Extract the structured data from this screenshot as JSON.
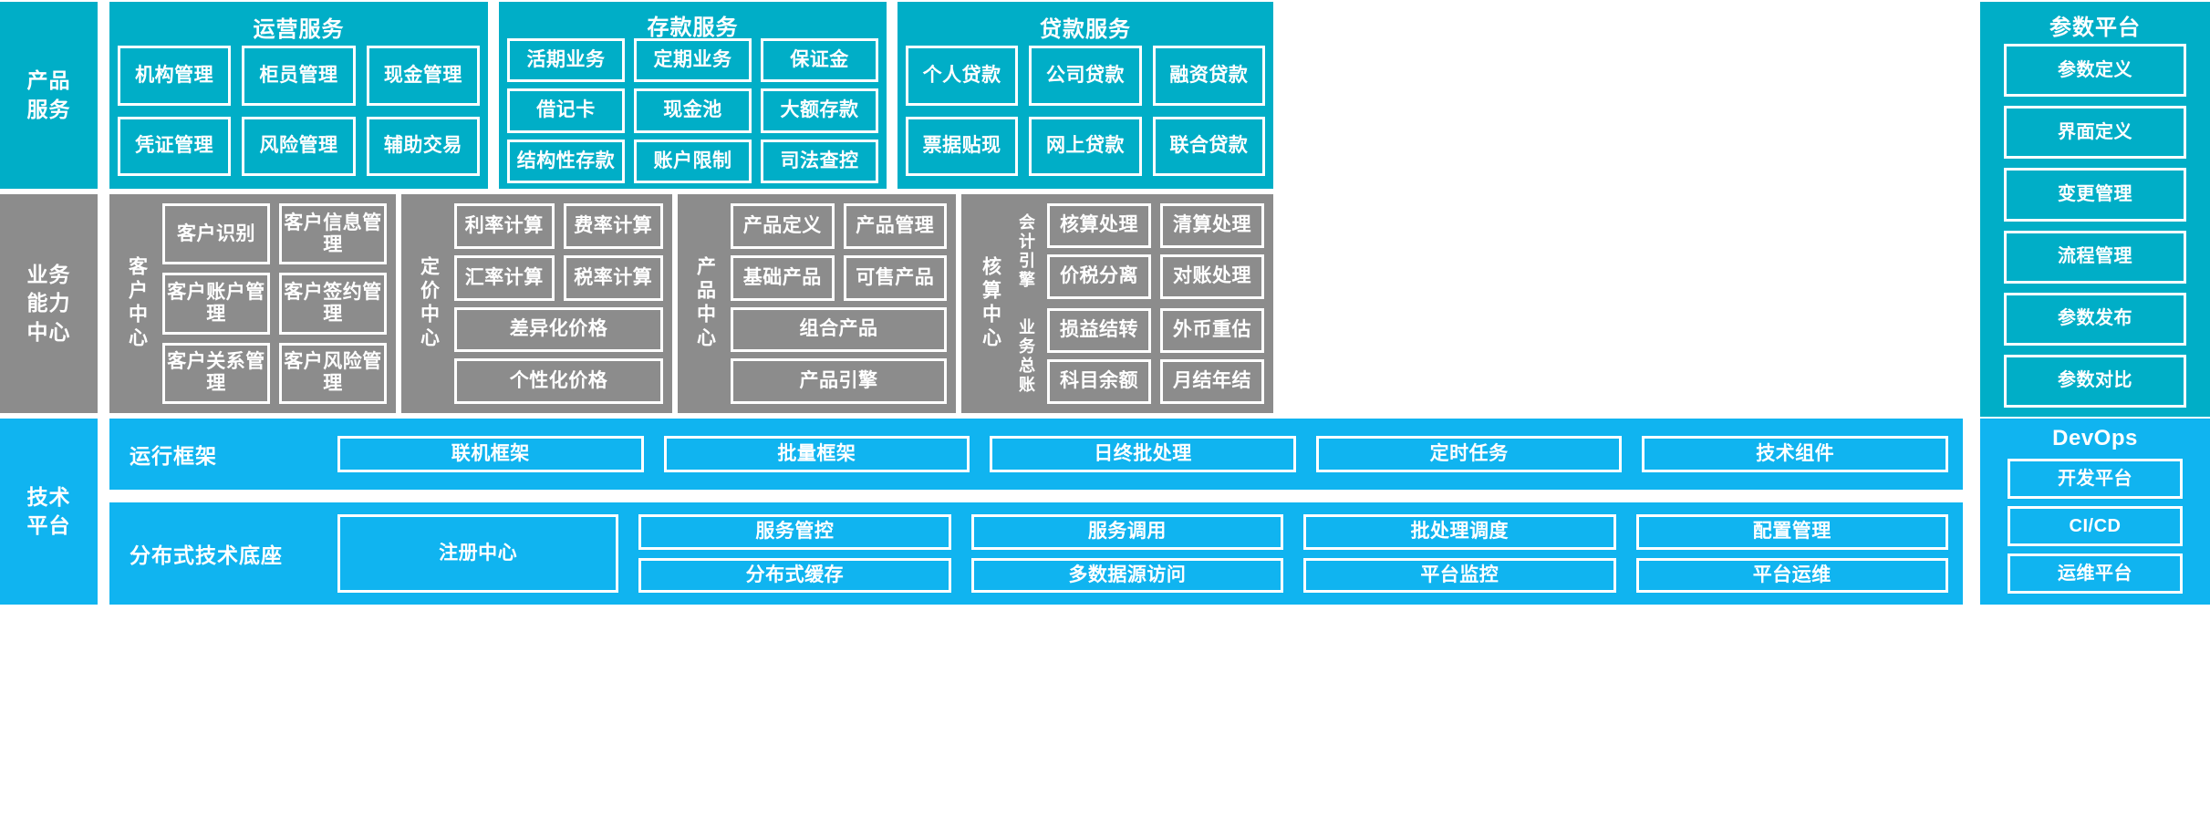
{
  "colors": {
    "product_teal": "#00AEC7",
    "capability_gray": "#8C8C8C",
    "tech_blue": "#10B4F0",
    "tile_border": "#FFFFFF",
    "page_background": "#FFFFFF"
  },
  "rows": {
    "product_services": {
      "label": "产品\n服务",
      "label_lines": [
        "产品",
        "服务"
      ],
      "groups": [
        {
          "title": "运营服务",
          "tiles": [
            "机构管理",
            "柜员管理",
            "现金管理",
            "凭证管理",
            "风险管理",
            "辅助交易"
          ]
        },
        {
          "title": "存款服务",
          "tiles": [
            "活期业务",
            "定期业务",
            "保证金",
            "借记卡",
            "现金池",
            "大额存款",
            "结构性存款",
            "账户限制",
            "司法查控"
          ]
        },
        {
          "title": "贷款服务",
          "tiles": [
            "个人贷款",
            "公司贷款",
            "融资贷款",
            "票据贴现",
            "网上贷款",
            "联合贷款"
          ]
        }
      ],
      "parameter_platform": {
        "title": "参数平台",
        "tiles": [
          "参数定义",
          "界面定义",
          "变更管理",
          "流程管理",
          "参数发布",
          "参数对比"
        ]
      }
    },
    "business_capability": {
      "label_lines": [
        "业务",
        "能力",
        "中心"
      ],
      "centers": [
        {
          "name": "客户中心",
          "layout": "grid-2x3",
          "tiles": [
            "客户识别",
            "客户信息管理",
            "客户账户管理",
            "客户签约管理",
            "客户关系管理",
            "客户风险管理"
          ]
        },
        {
          "name": "定价中心",
          "layout": "grid-2x2-plus-2-wide",
          "tiles": [
            "利率计算",
            "费率计算",
            "汇率计算",
            "税率计算"
          ],
          "wide_tiles": [
            "差异化价格",
            "个性化价格"
          ]
        },
        {
          "name": "产品中心",
          "layout": "grid-2x2-plus-2-wide",
          "tiles": [
            "产品定义",
            "产品管理",
            "基础产品",
            "可售产品"
          ],
          "wide_tiles": [
            "组合产品",
            "产品引擎"
          ]
        },
        {
          "name": "核算中心",
          "layout": "two-subgroups",
          "subgroups": [
            {
              "name": "会计引擎",
              "tiles": [
                "核算处理",
                "清算处理",
                "价税分离",
                "对账处理"
              ]
            },
            {
              "name": "业务总账",
              "tiles": [
                "损益结转",
                "外币重估",
                "科目余额",
                "月结年结"
              ]
            }
          ]
        }
      ]
    },
    "technology_platform": {
      "label_lines": [
        "技术",
        "平台"
      ],
      "strips": [
        {
          "title": "运行框架",
          "tiles": [
            "联机框架",
            "批量框架",
            "日终批处理",
            "定时任务",
            "技术组件"
          ]
        },
        {
          "title": "分布式技术底座",
          "primary_tile": "注册中心",
          "tiles": [
            "服务管控",
            "服务调用",
            "批处理调度",
            "配置管理",
            "分布式缓存",
            "多数据源访问",
            "平台监控",
            "平台运维"
          ]
        }
      ],
      "devops": {
        "title": "DevOps",
        "tiles": [
          "开发平台",
          "CI/CD",
          "运维平台"
        ]
      }
    }
  }
}
